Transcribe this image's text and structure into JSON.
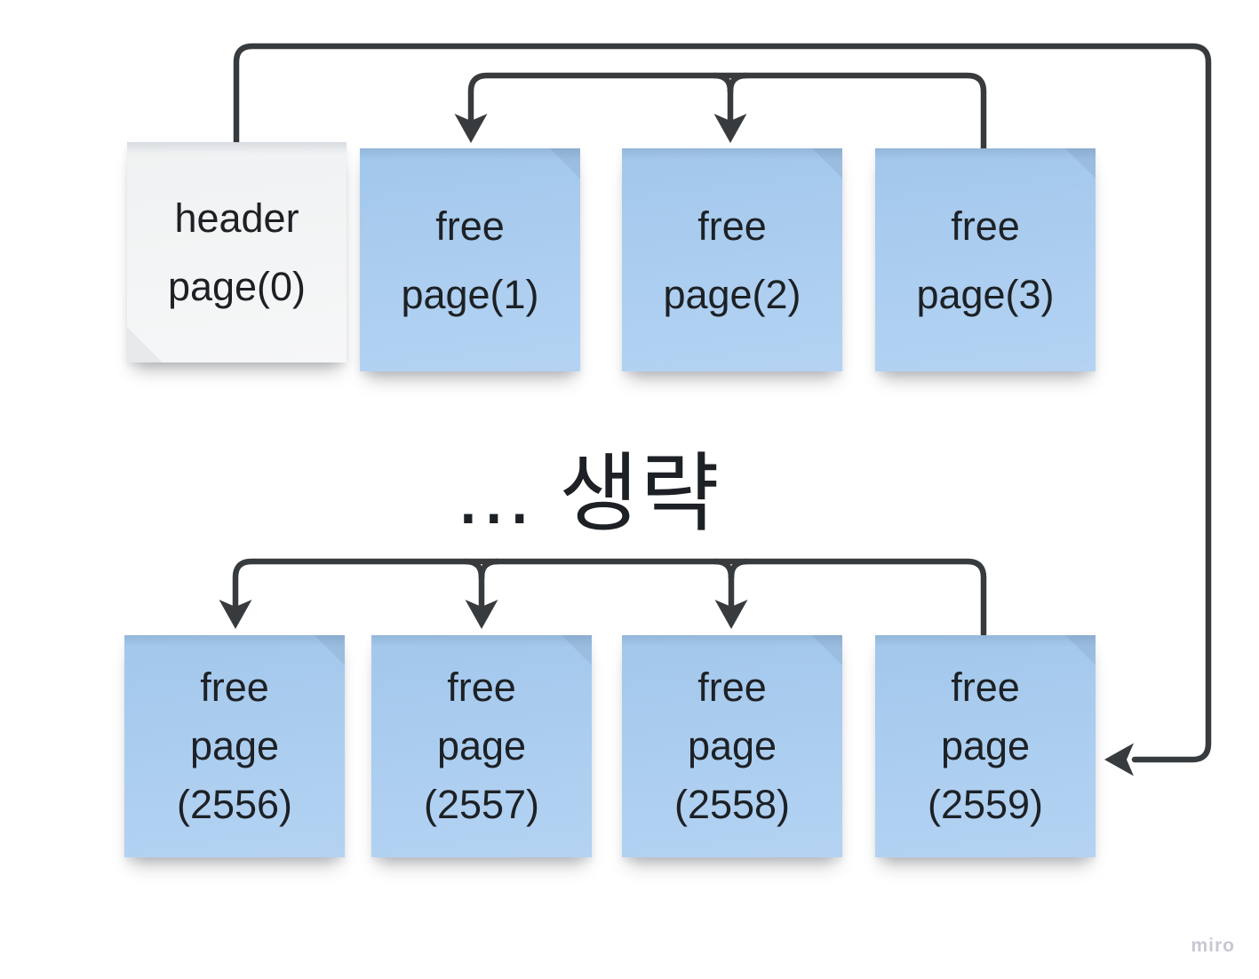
{
  "board": {
    "omitted_label": "... 생략",
    "watermark": "miro",
    "top_row": [
      {
        "variant": "gray",
        "lines": [
          "header",
          "page(0)"
        ]
      },
      {
        "variant": "blue",
        "lines": [
          "free",
          "page(1)"
        ]
      },
      {
        "variant": "blue",
        "lines": [
          "free",
          "page(2)"
        ]
      },
      {
        "variant": "blue",
        "lines": [
          "free",
          "page(3)"
        ]
      }
    ],
    "bottom_row": [
      {
        "variant": "blue",
        "lines": [
          "free",
          "page",
          "(2556)"
        ]
      },
      {
        "variant": "blue",
        "lines": [
          "free",
          "page",
          "(2557)"
        ]
      },
      {
        "variant": "blue",
        "lines": [
          "free",
          "page",
          "(2558)"
        ]
      },
      {
        "variant": "blue",
        "lines": [
          "free",
          "page",
          "(2559)"
        ]
      }
    ],
    "connections": [
      {
        "from": "header page(0)",
        "to": "free page(2559)"
      },
      {
        "from": "free page(3)",
        "to": "free page(2)"
      },
      {
        "from": "free page(2)",
        "to": "free page(1)"
      },
      {
        "from": "free page(2559)",
        "to": "free page(2558)"
      },
      {
        "from": "free page(2558)",
        "to": "free page(2557)"
      },
      {
        "from": "free page(2557)",
        "to": "free page(2556)"
      }
    ]
  },
  "colors": {
    "connector": "#383b3e",
    "note-blue-top": "#a2c7eb",
    "note-blue-bottom": "#b4d3f3",
    "note-gray-top": "#eff1f2",
    "note-gray-bottom": "#f6f7f8",
    "note-text": "#1d2125",
    "watermark": "#c7c8d2",
    "background": "#ffffff"
  }
}
